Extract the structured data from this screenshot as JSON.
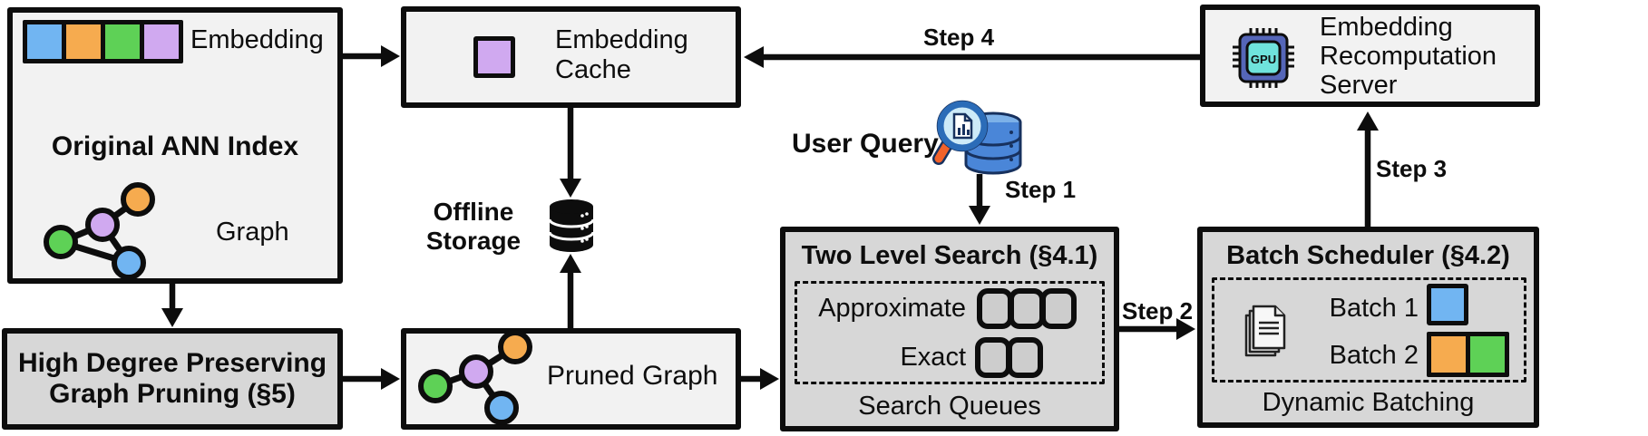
{
  "ann_index": {
    "embedding_label": "Embedding",
    "title": "Original ANN Index",
    "graph_label": "Graph"
  },
  "embedding_cache": {
    "label": "Embedding Cache"
  },
  "recomputation_server": {
    "label": "Embedding Recomputation Server",
    "gpu_chip_text": "GPU"
  },
  "offline_storage": {
    "label": "Offline Storage"
  },
  "user_query": {
    "label": "User Query"
  },
  "two_level_search": {
    "title": "Two Level Search (§4.1)",
    "row1_label": "Approximate",
    "row1_slots": 3,
    "row2_label": "Exact",
    "row2_slots": 2,
    "footer": "Search Queues"
  },
  "batch_scheduler": {
    "title": "Batch Scheduler (§4.2)",
    "batch1_label": "Batch 1",
    "batch1_colors": [
      "#71b5f2"
    ],
    "batch2_label": "Batch 2",
    "batch2_colors": [
      "#f6ab4f",
      "#5ed156"
    ],
    "footer": "Dynamic Batching"
  },
  "high_degree_pruning": {
    "title": "High Degree Preserving Graph Pruning (§5)"
  },
  "pruned_graph": {
    "label": "Pruned Graph"
  },
  "steps": {
    "step1": "Step 1",
    "step2": "Step 2",
    "step3": "Step 3",
    "step4": "Step 4"
  },
  "colors": {
    "node_blue": "#71b5f2",
    "node_orange": "#f6ab4f",
    "node_green": "#5ed156",
    "node_purple": "#d0a9f0",
    "box_light": "#f2f2f2",
    "box_dark": "#d7d7d7",
    "slot_fill": "#cdcdcd",
    "gpu_body": "#5566b8",
    "gpu_screen": "#6fe3dc",
    "query_db_blue": "#4a86d8",
    "query_handle_orange": "#f2622a",
    "lens_fill": "#cdeaf8",
    "line_black": "#0d0d0d"
  }
}
